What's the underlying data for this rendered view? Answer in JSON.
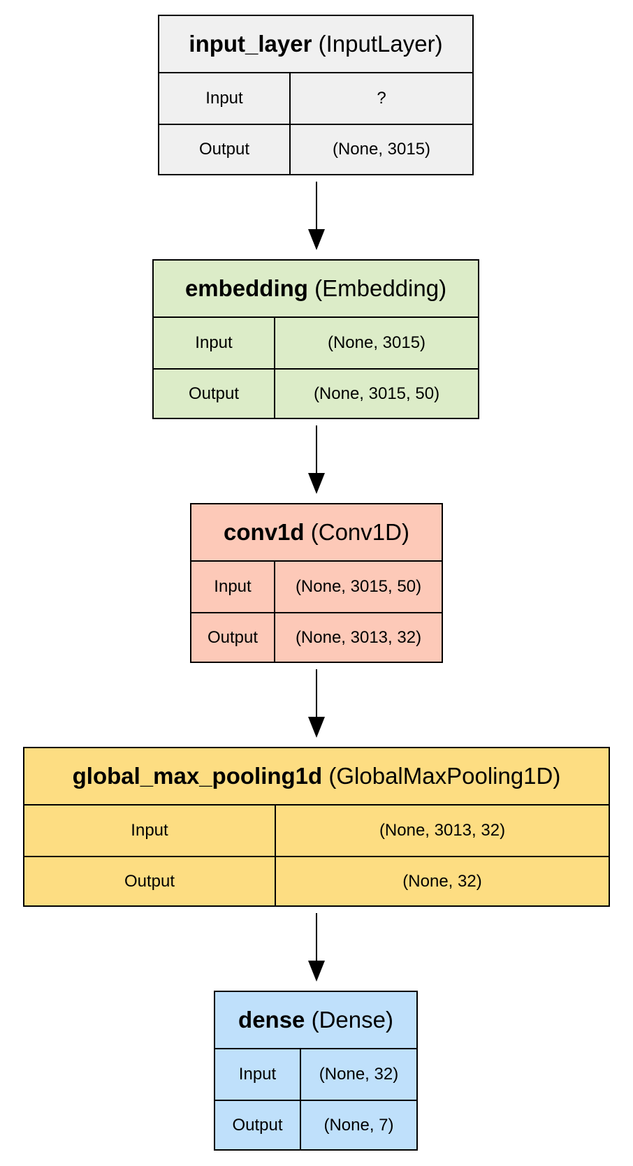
{
  "layers": [
    {
      "name": "input_layer",
      "class_name": "(InputLayer)",
      "color": "#f0f0f0",
      "input_label": "Input",
      "input_shape": "?",
      "output_label": "Output",
      "output_shape": "(None, 3015)"
    },
    {
      "name": "embedding",
      "class_name": "(Embedding)",
      "color": "#dcecc8",
      "input_label": "Input",
      "input_shape": "(None, 3015)",
      "output_label": "Output",
      "output_shape": "(None, 3015, 50)"
    },
    {
      "name": "conv1d",
      "class_name": "(Conv1D)",
      "color": "#fdc9b8",
      "input_label": "Input",
      "input_shape": "(None, 3015, 50)",
      "output_label": "Output",
      "output_shape": "(None, 3013, 32)"
    },
    {
      "name": "global_max_pooling1d",
      "class_name": "(GlobalMaxPooling1D)",
      "color": "#fddd82",
      "input_label": "Input",
      "input_shape": "(None, 3013, 32)",
      "output_label": "Output",
      "output_shape": "(None, 32)"
    },
    {
      "name": "dense",
      "class_name": "(Dense)",
      "color": "#bfe0fb",
      "input_label": "Input",
      "input_shape": "(None, 32)",
      "output_label": "Output",
      "output_shape": "(None, 7)"
    }
  ]
}
